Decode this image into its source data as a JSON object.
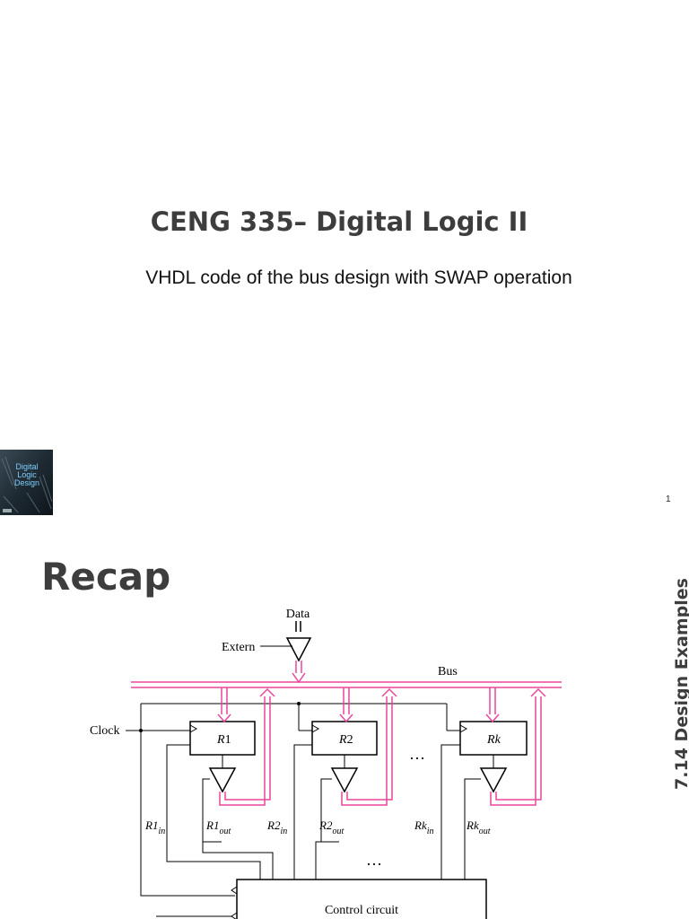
{
  "slide1": {
    "course_title": "CENG 335– Digital Logic II",
    "subtitle": "VHDL code of the bus design with SWAP operation",
    "book_cover": {
      "line1": "Digital",
      "line2": "Logic",
      "line3": "Design"
    },
    "page_number": "1"
  },
  "slide2": {
    "title": "Recap",
    "section_label": "7.14 Design Examples",
    "diagram": {
      "data_label": "Data",
      "extern_label": "Extern",
      "bus_label": "Bus",
      "clock_label": "Clock",
      "registers": [
        {
          "name": "R",
          "index": "1",
          "in_name": "R1",
          "out_name": "R1"
        },
        {
          "name": "R",
          "index": "2",
          "in_name": "R2",
          "out_name": "R2"
        },
        {
          "name": "R",
          "index": "k",
          "in_name": "Rk",
          "out_name": "Rk"
        }
      ],
      "in_subscript": "in",
      "out_subscript": "out",
      "ellipsis": "…",
      "control_label": "Control circuit"
    },
    "colors": {
      "bus": "#e8469c",
      "text": "#3d3d3d"
    }
  }
}
